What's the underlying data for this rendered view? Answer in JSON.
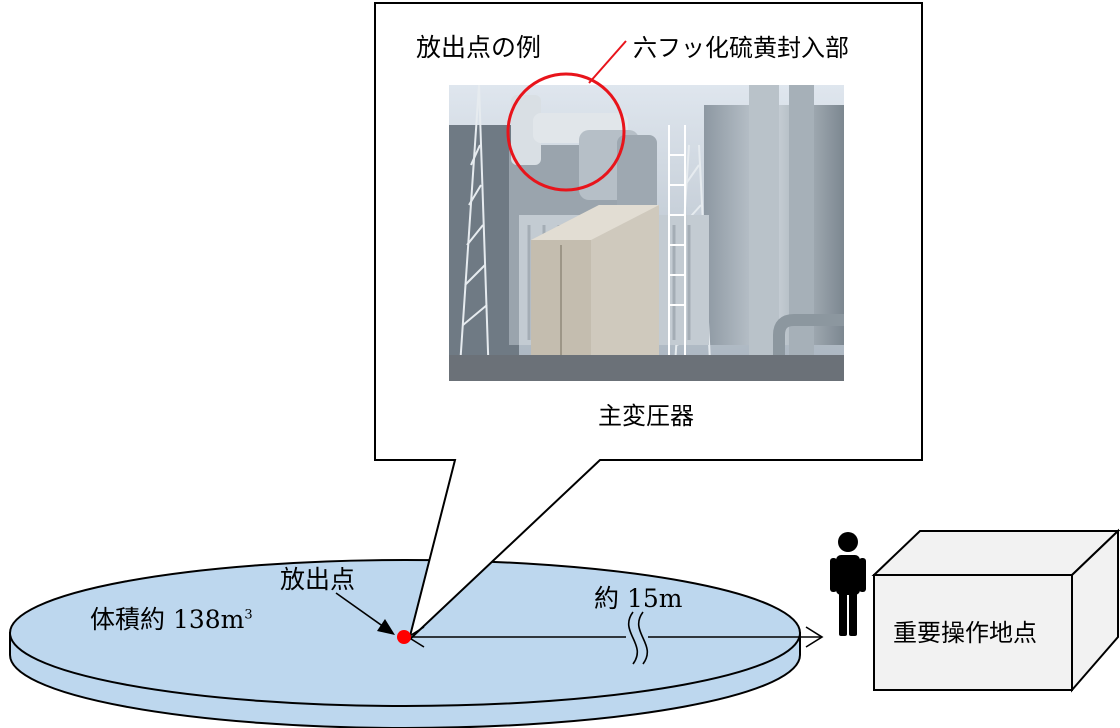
{
  "callout": {
    "example_label": "放出点の例",
    "sealed_part_label": "六フッ化硫黄封入部",
    "equipment_label": "主変圧器"
  },
  "floor": {
    "volume_prefix": "体積約",
    "volume_value": "138m",
    "volume_superscript": "3",
    "release_point_label": "放出点",
    "distance_label": "約 15m"
  },
  "building": {
    "label": "重要操作地点"
  },
  "colors": {
    "floor_fill": "#bdd7ee",
    "release_point": "#ff0000",
    "highlight_circle": "#e8141b",
    "building_fill": "#f2f2f2",
    "stroke": "#000000"
  },
  "icons": {
    "operator": "person-icon"
  }
}
